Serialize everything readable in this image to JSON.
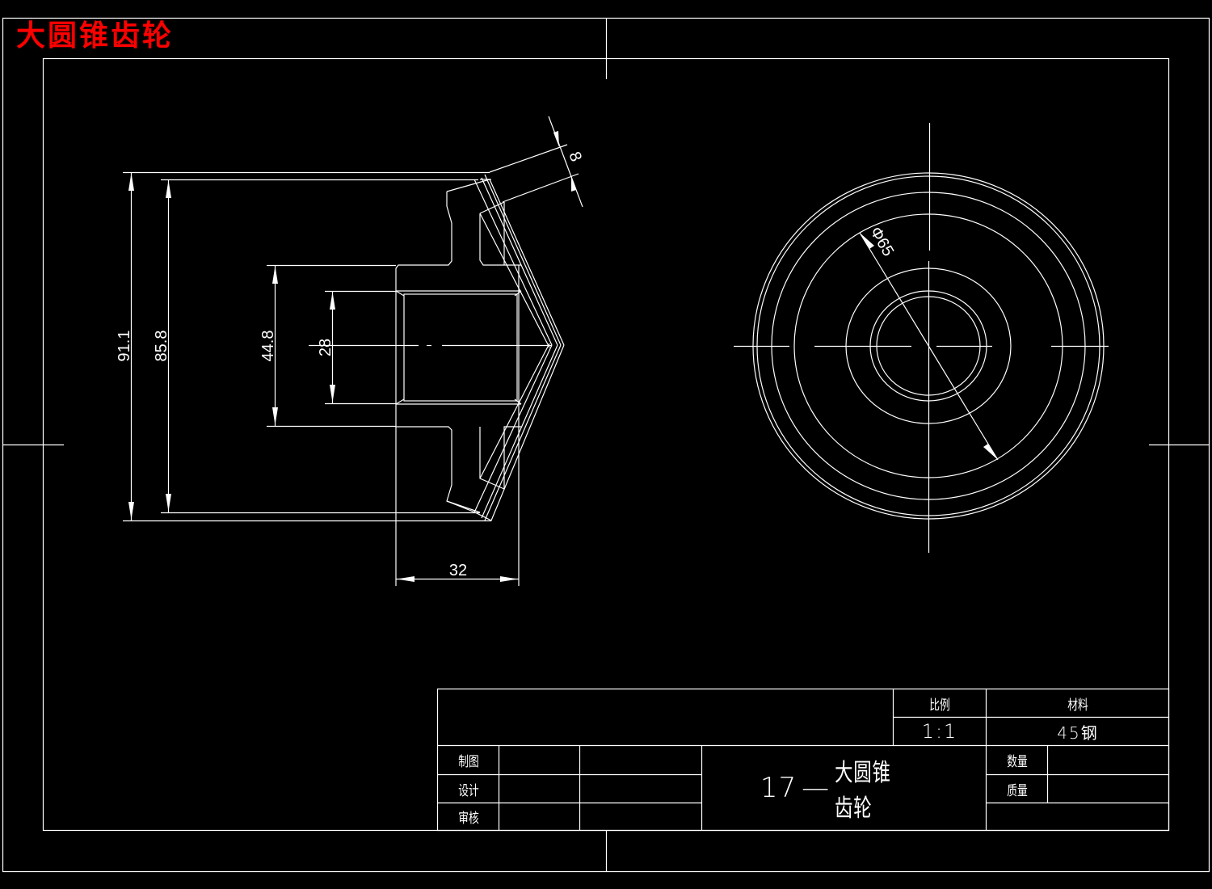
{
  "drawing_title": "大圆锥齿轮",
  "title_color": "#ff0000",
  "line_color": "#ffffff",
  "background_color": "#000000",
  "section_view": {
    "dimensions": {
      "outer_diameter": "91.1",
      "pitch_diameter": "85.8",
      "hub_diameter": "44.8",
      "bore_diameter": "28",
      "hub_length": "32",
      "tooth_width": "8"
    }
  },
  "end_view": {
    "dimensions": {
      "diameter_label": "Φ65"
    }
  },
  "title_block": {
    "scale_label": "比例",
    "scale_value": "1:1",
    "material_label": "材料",
    "material_value": "45钢",
    "drawn_by_label": "制图",
    "design_label": "设计",
    "review_label": "审核",
    "drawing_number": "17",
    "drawing_separator": "—",
    "part_name": "大圆锥齿轮",
    "quantity_label": "数量",
    "mass_label": "质量"
  }
}
